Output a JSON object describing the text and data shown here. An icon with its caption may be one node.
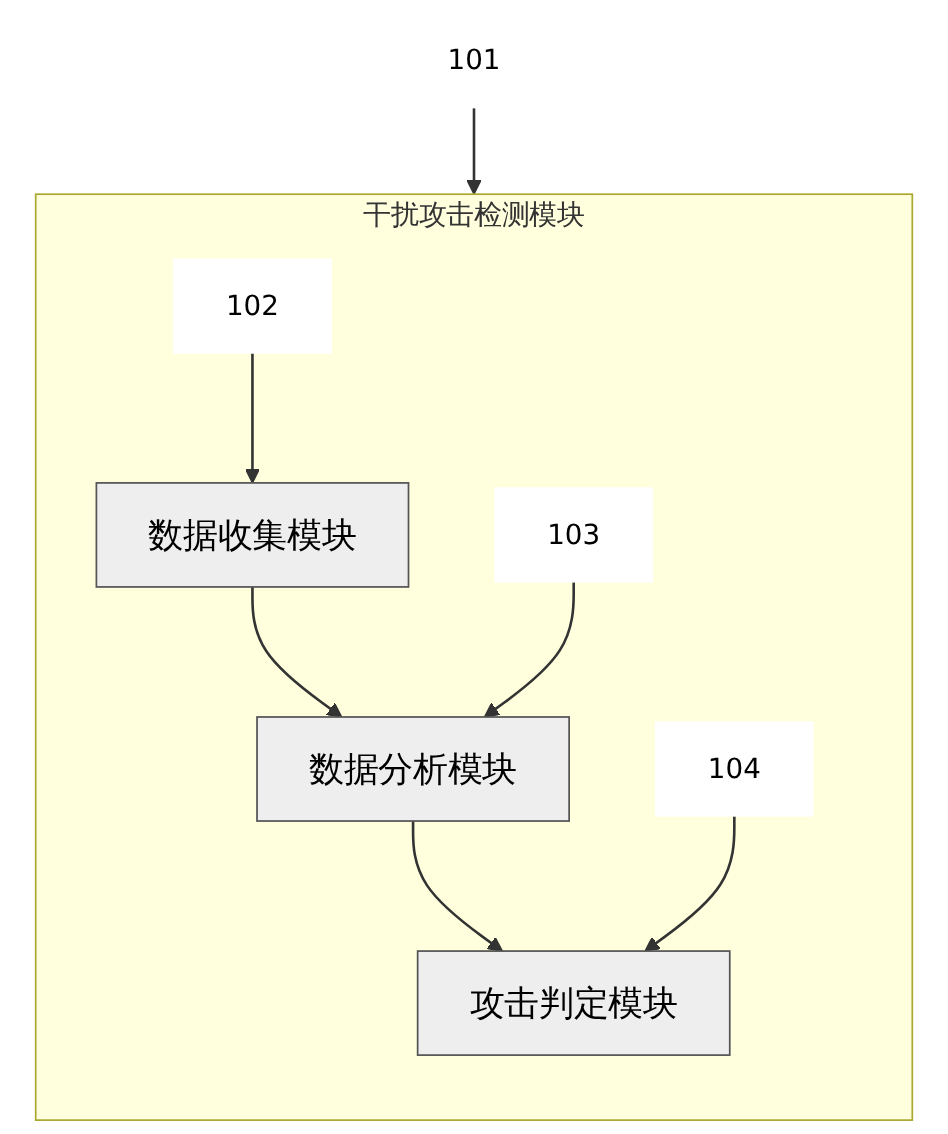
{
  "diagram": {
    "nodes": [
      {
        "text": [
          "101"
        ]
      },
      {
        "text": [
          "干扰攻击检测模块"
        ]
      },
      {
        "text": [
          "102"
        ],
        "in": 1
      },
      {
        "text": [
          "数据收集模块"
        ],
        "in": 1
      },
      {
        "text": [
          "103"
        ],
        "in": 1
      },
      {
        "text": [
          "数据分析模块"
        ],
        "in": 1
      },
      {
        "text": [
          "104"
        ],
        "in": 1
      },
      {
        "text": [
          "攻击判定模块"
        ],
        "in": 1
      }
    ],
    "edges": [
      {
        "from": 0,
        "to": 1,
        "arrow": "to"
      },
      {
        "from": 2,
        "to": 3,
        "arrow": "to"
      },
      {
        "from": 3,
        "to": 5,
        "arrow": "to"
      },
      {
        "from": 4,
        "to": 5,
        "arrow": "to"
      },
      {
        "from": 5,
        "to": 7,
        "arrow": "to"
      },
      {
        "from": 6,
        "to": 7,
        "arrow": "to"
      }
    ]
  }
}
